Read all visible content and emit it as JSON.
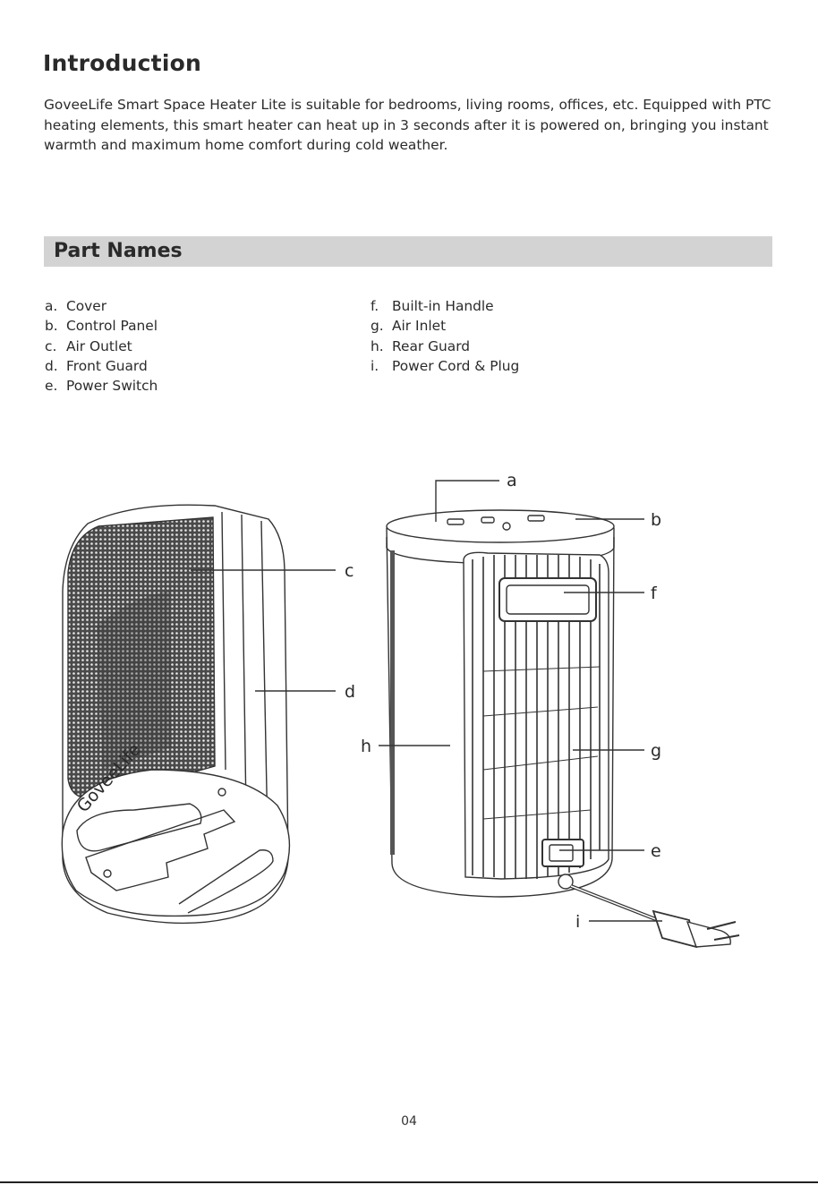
{
  "intro": {
    "title": "Introduction",
    "paragraph": "GoveeLife Smart Space Heater Lite is suitable for bedrooms, living rooms, offices, etc. Equipped with PTC heating elements, this smart heater can heat up in 3 seconds after it is powered on, bringing you instant warmth and maximum home comfort during cold weather."
  },
  "part_names": {
    "title": "Part Names",
    "left": [
      {
        "letter": "a.",
        "name": "Cover"
      },
      {
        "letter": "b.",
        "name": "Control Panel"
      },
      {
        "letter": "c.",
        "name": "Air Outlet"
      },
      {
        "letter": "d.",
        "name": "Front Guard"
      },
      {
        "letter": "e.",
        "name": "Power Switch"
      }
    ],
    "right": [
      {
        "letter": "f.",
        "name": "Built-in Handle"
      },
      {
        "letter": "g.",
        "name": "Air Inlet"
      },
      {
        "letter": "h.",
        "name": "Rear Guard"
      },
      {
        "letter": "i.",
        "name": "Power Cord & Plug"
      }
    ]
  },
  "diagram": {
    "callouts": [
      "a",
      "b",
      "c",
      "d",
      "e",
      "f",
      "g",
      "h",
      "i"
    ],
    "brand_mark": "GoveeLife"
  },
  "page_number": "04"
}
